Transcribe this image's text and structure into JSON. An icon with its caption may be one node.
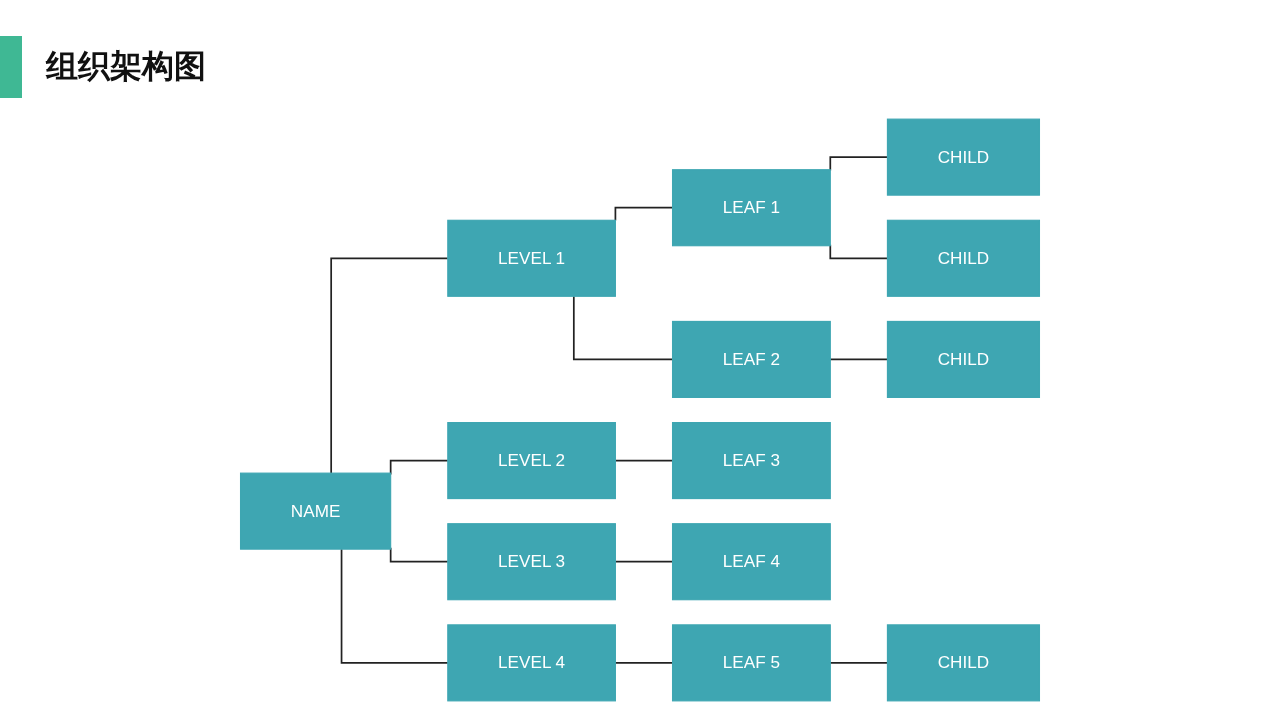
{
  "diagram": {
    "title": "组织架构图",
    "nodes": [
      {
        "text": [
          "NAME"
        ]
      },
      {
        "text": [
          "LEVEL 1"
        ]
      },
      {
        "text": [
          "LEVEL 2"
        ]
      },
      {
        "text": [
          "LEVEL 3"
        ]
      },
      {
        "text": [
          "LEVEL 4"
        ]
      },
      {
        "text": [
          "LEAF 1"
        ]
      },
      {
        "text": [
          "LEAF 2"
        ]
      },
      {
        "text": [
          "LEAF 3"
        ]
      },
      {
        "text": [
          "LEAF 4"
        ]
      },
      {
        "text": [
          "LEAF 5"
        ]
      },
      {
        "text": [
          "CHILD"
        ]
      },
      {
        "text": [
          "CHILD"
        ]
      },
      {
        "text": [
          "CHILD"
        ]
      },
      {
        "text": [
          "CHILD"
        ]
      }
    ],
    "edges": [
      {
        "from": 0,
        "to": 1,
        "arrow": "none"
      },
      {
        "from": 0,
        "to": 2,
        "arrow": "none"
      },
      {
        "from": 0,
        "to": 3,
        "arrow": "none"
      },
      {
        "from": 0,
        "to": 4,
        "arrow": "none"
      },
      {
        "from": 1,
        "to": 5,
        "arrow": "none"
      },
      {
        "from": 1,
        "to": 6,
        "arrow": "none"
      },
      {
        "from": 2,
        "to": 7,
        "arrow": "none"
      },
      {
        "from": 3,
        "to": 8,
        "arrow": "none"
      },
      {
        "from": 4,
        "to": 9,
        "arrow": "none"
      },
      {
        "from": 5,
        "to": 10,
        "arrow": "none"
      },
      {
        "from": 5,
        "to": 11,
        "arrow": "none"
      },
      {
        "from": 6,
        "to": 12,
        "arrow": "none"
      },
      {
        "from": 9,
        "to": 13,
        "arrow": "none"
      }
    ]
  }
}
